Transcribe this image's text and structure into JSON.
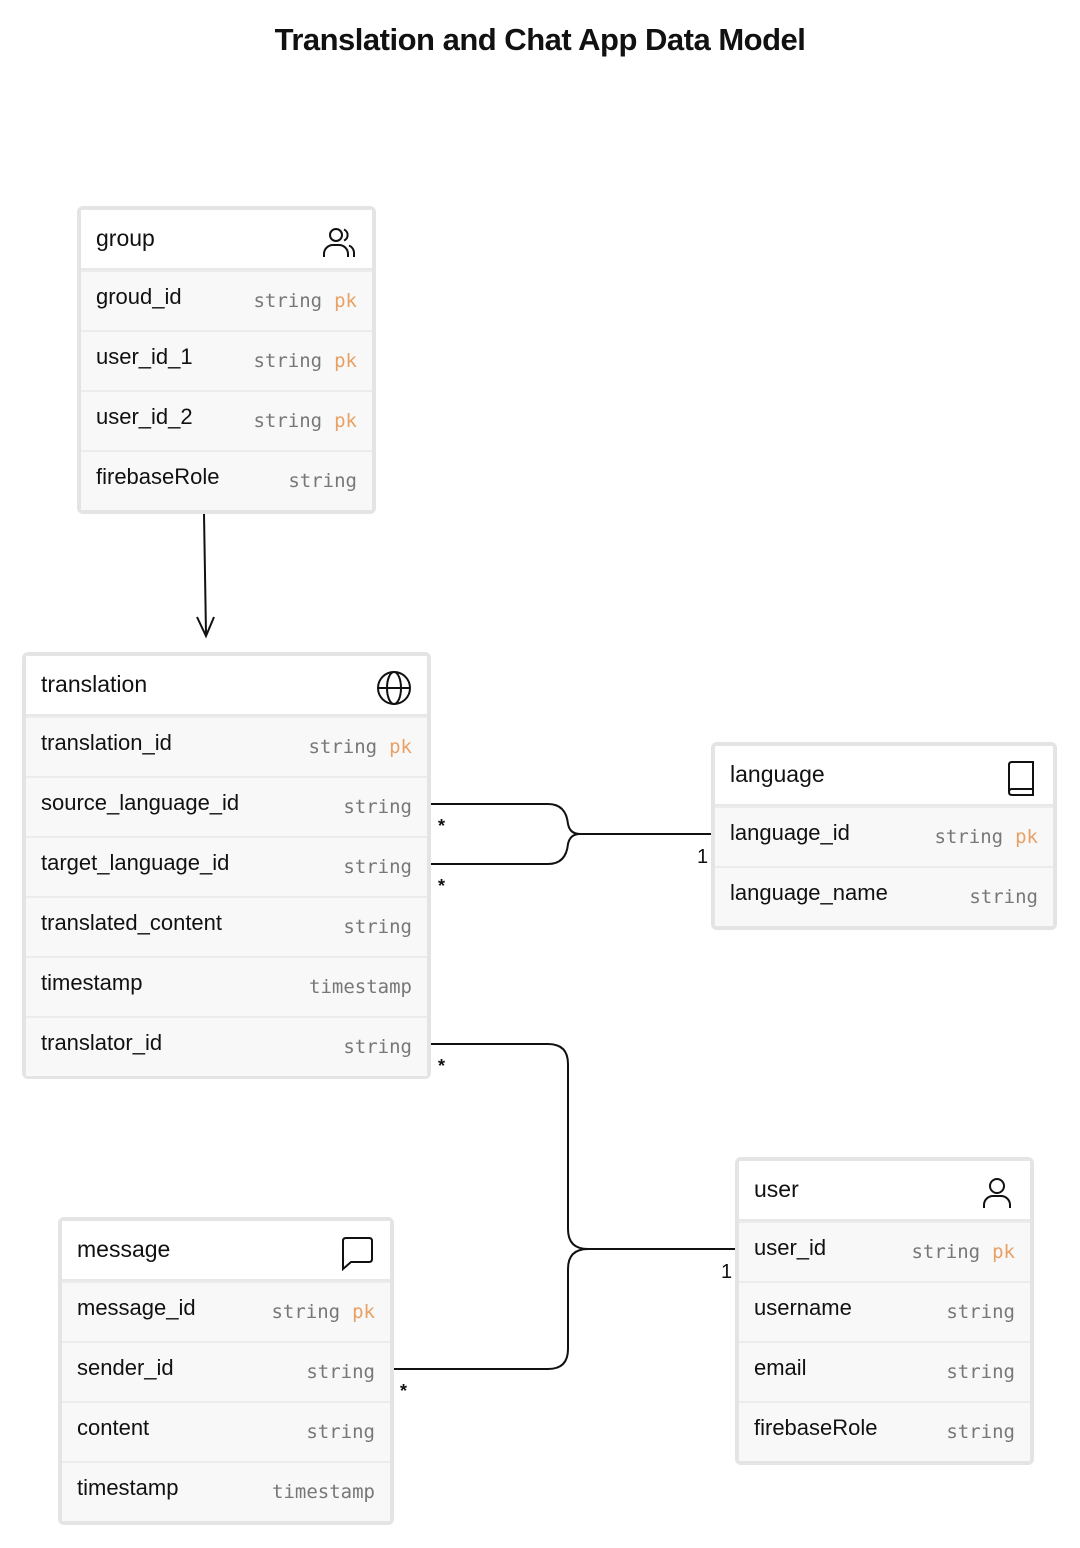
{
  "title": "Translation and Chat App Data Model",
  "entities": {
    "group": {
      "name": "group",
      "icon": "users-icon",
      "fields": [
        {
          "name": "groud_id",
          "type": "string",
          "key": "pk"
        },
        {
          "name": "user_id_1",
          "type": "string",
          "key": "pk"
        },
        {
          "name": "user_id_2",
          "type": "string",
          "key": "pk"
        },
        {
          "name": "firebaseRole",
          "type": "string",
          "key": ""
        }
      ]
    },
    "translation": {
      "name": "translation",
      "icon": "globe-icon",
      "fields": [
        {
          "name": "translation_id",
          "type": "string",
          "key": "pk"
        },
        {
          "name": "source_language_id",
          "type": "string",
          "key": ""
        },
        {
          "name": "target_language_id",
          "type": "string",
          "key": ""
        },
        {
          "name": "translated_content",
          "type": "string",
          "key": ""
        },
        {
          "name": "timestamp",
          "type": "timestamp",
          "key": ""
        },
        {
          "name": "translator_id",
          "type": "string",
          "key": ""
        }
      ]
    },
    "language": {
      "name": "language",
      "icon": "book-icon",
      "fields": [
        {
          "name": "language_id",
          "type": "string",
          "key": "pk"
        },
        {
          "name": "language_name",
          "type": "string",
          "key": ""
        }
      ]
    },
    "message": {
      "name": "message",
      "icon": "speech-bubble-icon",
      "fields": [
        {
          "name": "message_id",
          "type": "string",
          "key": "pk"
        },
        {
          "name": "sender_id",
          "type": "string",
          "key": ""
        },
        {
          "name": "content",
          "type": "string",
          "key": ""
        },
        {
          "name": "timestamp",
          "type": "timestamp",
          "key": ""
        }
      ]
    },
    "user": {
      "name": "user",
      "icon": "user-icon",
      "fields": [
        {
          "name": "user_id",
          "type": "string",
          "key": "pk"
        },
        {
          "name": "username",
          "type": "string",
          "key": ""
        },
        {
          "name": "email",
          "type": "string",
          "key": ""
        },
        {
          "name": "firebaseRole",
          "type": "string",
          "key": ""
        }
      ]
    }
  },
  "relationships": [
    {
      "from": "group",
      "to": "translation",
      "style": "arrow"
    },
    {
      "from": "translation.source_language_id",
      "to": "language.language_id",
      "from_card": "*",
      "to_card": "1"
    },
    {
      "from": "translation.target_language_id",
      "to": "language.language_id",
      "from_card": "*",
      "to_card": "1"
    },
    {
      "from": "translation.translator_id",
      "to": "user.user_id",
      "from_card": "*",
      "to_card": "1"
    },
    {
      "from": "message.sender_id",
      "to": "user.user_id",
      "from_card": "*",
      "to_card": "1"
    }
  ],
  "colors": {
    "primary_key": "#e8a065",
    "type_text": "#777777",
    "border": "#e4e4e4",
    "line": "#111111"
  }
}
